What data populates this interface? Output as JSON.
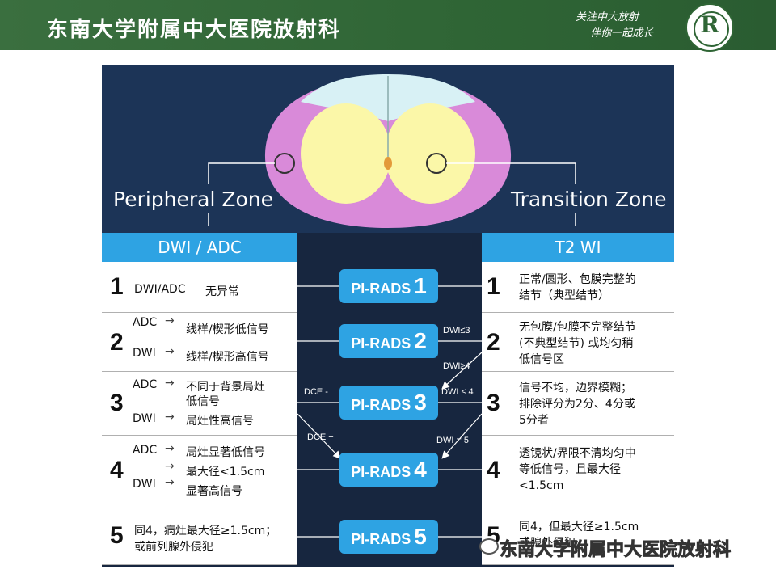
{
  "header": {
    "title": "东南大学附属中大医院放射科",
    "slogan_line1": "关注中大放射",
    "slogan_line2": "伴你一起成长",
    "logo_glyph": "R"
  },
  "diagram": {
    "left_zone": "Peripheral Zone",
    "right_zone": "Transition Zone",
    "left_header": "DWI / ADC",
    "right_header": "T2 WI",
    "pirads_prefix": "PI-RADS",
    "pirads": [
      "1",
      "2",
      "3",
      "4",
      "5"
    ],
    "connectors": {
      "dwi_le3": "DWI≤3",
      "dwi_ge4": "DWI≥4",
      "dce_minus": "DCE -",
      "dwi_le4": "DWI ≤ 4",
      "dce_plus": "DCE +",
      "dwi_eq5": "DWI = 5"
    },
    "left_rows": [
      {
        "num": "1",
        "label1": "DWI/ADC",
        "text1": "无异常"
      },
      {
        "num": "2",
        "label1": "ADC",
        "text1": "线样/楔形低信号",
        "label2": "DWI",
        "text2": "线样/楔形高信号"
      },
      {
        "num": "3",
        "label1": "ADC",
        "text1": "不同于背景局灶",
        "text1b": "低信号",
        "label2": "DWI",
        "text2": "局灶性高信号"
      },
      {
        "num": "4",
        "label1": "ADC",
        "text1": "局灶显著低信号",
        "text_mid": "最大径<1.5cm",
        "label2": "DWI",
        "text2": "显著高信号"
      },
      {
        "num": "5",
        "text1": "同4，病灶最大径≥1.5cm；",
        "text2": "或前列腺外侵犯"
      }
    ],
    "right_rows": [
      {
        "num": "1",
        "lines": [
          "正常/圆形、包膜完整的",
          "结节（典型结节）"
        ]
      },
      {
        "num": "2",
        "lines": [
          "无包膜/包膜不完整结节",
          "(不典型结节) 或均匀稍",
          "低信号区"
        ]
      },
      {
        "num": "3",
        "lines": [
          "信号不均，边界模糊；",
          "排除评分为2分、4分或",
          "5分者"
        ]
      },
      {
        "num": "4",
        "lines": [
          "透镜状/界限不清均匀中",
          "等低信号，且最大径",
          "<1.5cm"
        ]
      },
      {
        "num": "5",
        "lines": [
          "同4，但最大径≥1.5cm",
          "或腺外侵犯"
        ]
      }
    ]
  },
  "watermark": "东南大学附属中大医院放射科",
  "colors": {
    "header_green": "#2f6535",
    "panel_navy": "#1c3457",
    "accent_blue": "#2ea3e3",
    "pz_pink": "#d98ad9",
    "tz_yellow": "#fbf7a8"
  }
}
